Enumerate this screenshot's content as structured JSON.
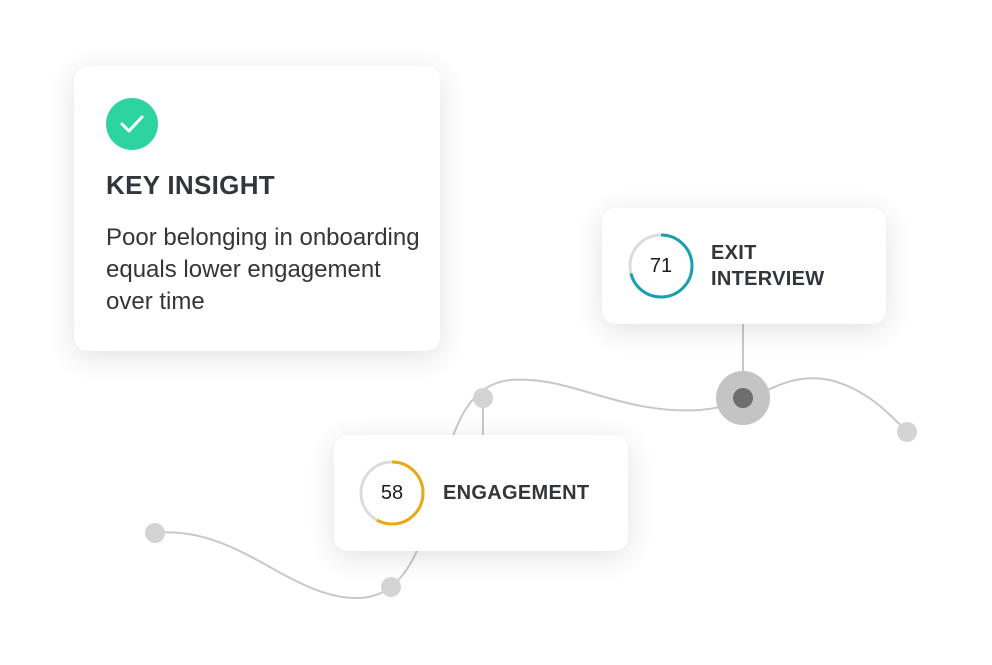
{
  "insight": {
    "icon": "check-icon",
    "title": "KEY INSIGHT",
    "description": "Poor belonging in onboarding equals lower engagement over time",
    "accent": "#2dd4a0"
  },
  "metrics": [
    {
      "value": 71,
      "label_line1": "EXIT",
      "label_line2": "INTERVIEW",
      "color": "#1a9fb0"
    },
    {
      "value": 58,
      "label": "ENGAGEMENT",
      "color": "#e8a912"
    }
  ]
}
